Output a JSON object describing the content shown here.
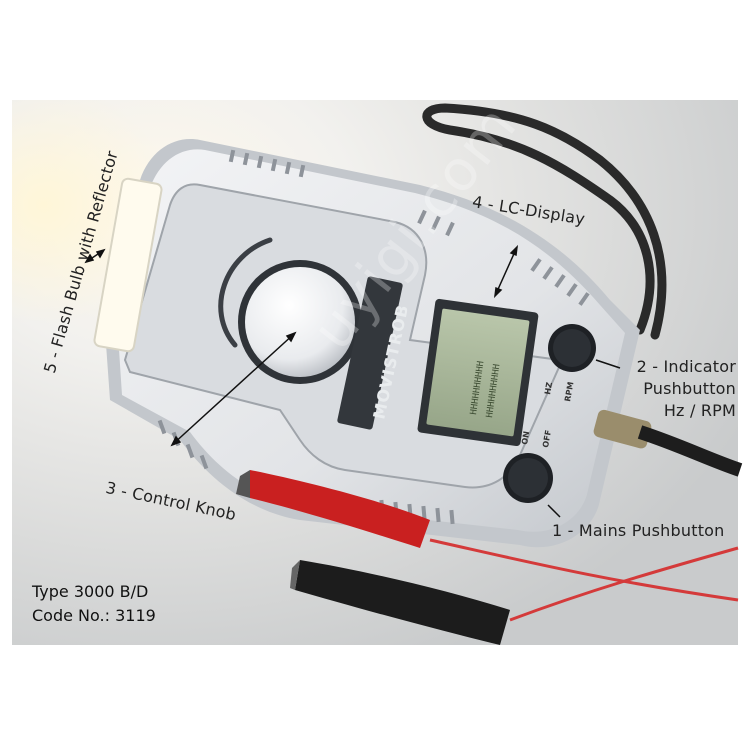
{
  "labels": {
    "flash_bulb": "5 - Flash Bulb with Reflector",
    "lc_display": "4 - LC-Display",
    "control_knob": "3 - Control Knob",
    "indicator_line1": "2 - Indicator",
    "indicator_line2": "Pushbutton",
    "indicator_line3": "Hz / RPM",
    "mains": "1 - Mains Pushbutton"
  },
  "device": {
    "brand": "MOVISTROB",
    "button_labels": {
      "hz": "HZ",
      "rpm": "RPM",
      "on": "ON",
      "off": "OFF"
    },
    "lcd_line1": "HHHHHHHHHH",
    "lcd_line2": "HHHHHHHHHH"
  },
  "info": {
    "type_line": "Type 3000 B/D",
    "code_line": "Code No.: 3119"
  },
  "watermark": "uyigi.com",
  "colors": {
    "device_body": "#e6e8eb",
    "device_shadow": "#b9bdc3",
    "lcd": "#a9b89a",
    "red_clip": "#c92020",
    "black_clip": "#1c1c1c",
    "wire_red": "#d43a3a",
    "lanyard": "#2a2a2a"
  }
}
